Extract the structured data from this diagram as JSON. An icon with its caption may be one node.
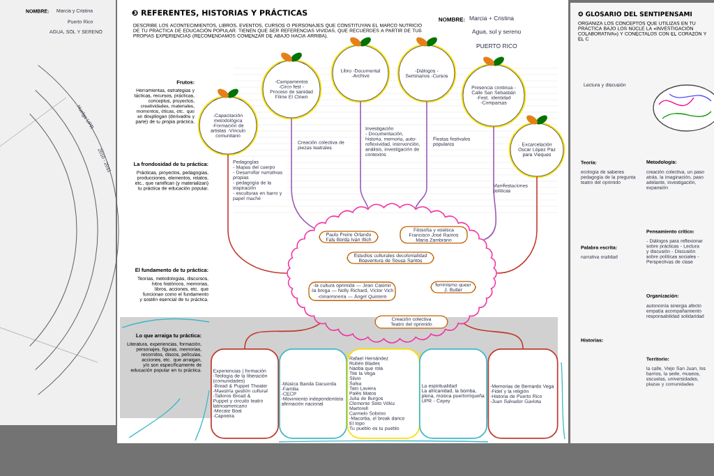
{
  "diagram": {
    "title": "❸ REFERENTES, HISTORIAS Y PRÁCTICAS",
    "nodes": [
      {
        "text": [
          "-Capacitación metodológica -Formación de artistas -Vínculo comunitario"
        ]
      },
      {
        "text": [
          "-Campamentos -Circo fest -Proceso de sanidad Filme El Clown"
        ]
      },
      {
        "text": [
          "Libro -Documental -Archivo"
        ]
      },
      {
        "text": [
          "-Diálogos -Seminarios -Cursos"
        ]
      },
      {
        "text": [
          "Presencia continua -Calle San Sebastián -Fest. identidad -Comparsas"
        ]
      },
      {
        "text": [
          "Excarcelación Oscar López Paz para Vieques"
        ]
      },
      {
        "text": [
          "Pedagogías",
          "- Mapas del cuerpo",
          "- Desarrollar narrativas propias",
          "- pedagogía de la inspiración",
          "- esculturas en barro y papel maché"
        ]
      },
      {
        "text": [
          "Creación colectiva de piezas teatrales"
        ]
      },
      {
        "text": [
          "Investigación",
          "- Documentación, historia, memoria, auto-reflexividad, intervención, análisis, investigación de contextos"
        ]
      },
      {
        "text": [
          "Fiestas festivales populares"
        ]
      },
      {
        "text": [
          "Manifestaciones políticas"
        ]
      },
      {
        "text": [],
        "shape": "cloud"
      },
      {
        "text": [
          "Paulo Freire Orlando Fals Borda Iván Illich"
        ],
        "in": 11
      },
      {
        "text": [
          "Filosofía y estética",
          "Francisco José Ramos María Zambrano"
        ],
        "in": 11
      },
      {
        "text": [
          "Estudios culturales decolonialidad",
          "Boaventura de Sousa Santos"
        ],
        "in": 11
      },
      {
        "text": [
          "-la cultura oprimida — Jean Casimir",
          "-la brega — Nelly Richard, Víctor Vich",
          "-cimarronería — Ángel Quintero"
        ],
        "in": 11
      },
      {
        "text": [
          "feminismo queer",
          "J. Butler"
        ],
        "in": 11
      },
      {
        "text": [
          "Creación colectiva Teatro del oprimido"
        ],
        "in": 11
      },
      {
        "text": [
          "Experiencias | formación",
          "-Teología de la liberación (comunidades)",
          "-Bread & Puppet Theater",
          "-Maestría gestión cultural",
          "-Talleres Bread & Puppet y circuito teatro latinoamericano",
          "-Mecate Boal",
          "-Capoeira"
        ]
      },
      {
        "text": [
          "-Música Banda Dacuerda",
          "-Familia",
          "-CECP",
          "-Movimiento independentista",
          "afirmación nacional"
        ]
      },
      {
        "text": [
          "Rafael Hernández",
          "Rubén Blades",
          "Naoba que rola",
          "Tite la Vega",
          "Silvio",
          "Salsa",
          "Tato Laviera",
          "Palés Matos",
          "Julia de Burgos",
          "Clemente Soto Vélez",
          "Martorell",
          "Carmelo Sobrino",
          "-Macorba, el break dance",
          "El topo",
          "Tu pueblo es tu pueblo"
        ]
      },
      {
        "text": [
          "La espiritualidad",
          "La africanidad, la bomba, plena, música puertorriqueña",
          "UPR - Cayey"
        ]
      },
      {
        "text": [
          "-Memorias de Bernardo Vega",
          "-Fidel y la religión",
          "-Historia de Puerto Rico",
          "-Juan Salvador Gaviota"
        ]
      }
    ],
    "edges": [
      {
        "from": 0,
        "to": 11,
        "arrow": "none",
        "color": "#c0392b"
      },
      {
        "from": 1,
        "to": 11,
        "arrow": "none",
        "color": "#9b59b6"
      },
      {
        "from": 2,
        "to": 11,
        "arrow": "none",
        "color": "#9b59b6"
      },
      {
        "from": 3,
        "to": 11,
        "arrow": "none",
        "color": "#9b59b6"
      },
      {
        "from": 4,
        "to": 11,
        "arrow": "none",
        "color": "#9b59b6"
      },
      {
        "from": 5,
        "to": 11,
        "arrow": "none",
        "color": "#c0392b"
      },
      {
        "from": 11,
        "to": 18,
        "arrow": "none",
        "color": "#c0392b"
      },
      {
        "from": 11,
        "to": 22,
        "arrow": "none",
        "color": "#c0392b"
      }
    ],
    "labels": [
      "DESCRIBE LOS ACONTECIMIENTOS, LIBROS, EVENTOS, CURSOS O PERSONAJES QUE CONSTITUYAN EL MARCO NUTRICIO DE TU PRÁCTICA DE EDUCACIÓN POPULAR. TIENEN QUE SER REFERENCIAS VIVIDAS, QUE RECUERDES A PARTIR DE TUS PROPIAS EXPERIENCIAS (RECOMENDAMOS COMENZAR DE ABAJO HACIA ARRIBA).",
      "NOMBRE:",
      "Marcia + Cristina",
      "Agua, sol y sereno",
      "PUERTO RICO",
      "Frutos:",
      "Herramientas, estrategias y tácticas, recursos, prácticas, conceptos, proyectos, creatividades, materiales, momentos, éticas, etc. que se despliegan (derivados y parte) de tu propia práctica.",
      "La frondosidad de tu práctica:",
      "Prácticas, proyectos, pedagogías, producciones, elementos, relatos, etc., que ramifican (y materializan) tu práctica de educación popular.",
      "El fundamento de tu práctica:",
      "Teorías, metodologías, discursos, hitos históricos, memorias, libros, acciones, etc. que funcionan como el fundamento y sostén esencial de tu práctica.",
      "Lo que arraiga tu práctica:",
      "Literatura, experiencias, formación, personajes, figuras, memorias, recorridos, discos, películas, acciones, etc. que arraigan, y/o son específicamente de educación popular en tu práctica.",
      "NOMBRE:",
      "Marcia y Cristina",
      "Puerto Rico",
      "AGUA, SOL Y SERENO",
      "Huelga UPR",
      "2010 - 2011",
      "❹ GLOSARIO DEL SENTIPENSAMI",
      "ORGANIZA LOS CONCEPTOS QUE UTILIZAS EN TU PRÁCTICA BAJO LOS NÚCLE LA «INVESTIGACIÓN COLABORATIVA») Y CONÉCTALOS CON EL CORAZÓN Y EL C",
      "Lectura y discusión",
      "Teoría:",
      "ecología de saberes pedagogía de la pregunta teatro del oprimido",
      "Metodología:",
      "creación colectiva, un paso atrás, la imaginación, paso adelante, investigación, expansión",
      "Pensamiento crítico:",
      "- Diálogos para reflexionar sobre prácticas - Lectura y discusión - Discusión sobre políticas sociales - Perspectivas de clase",
      "Palabra escrita:",
      "narrativa oralidad",
      "Organización:",
      "autonomía sinergia afecto empatía acompañamiento responsabilidad solidaridad",
      "Historias:",
      "Territorio:",
      "la calle, Viejo San Juan, los barrios, la sede, museos, escuelas, universidades, plazas y comunidades"
    ]
  }
}
